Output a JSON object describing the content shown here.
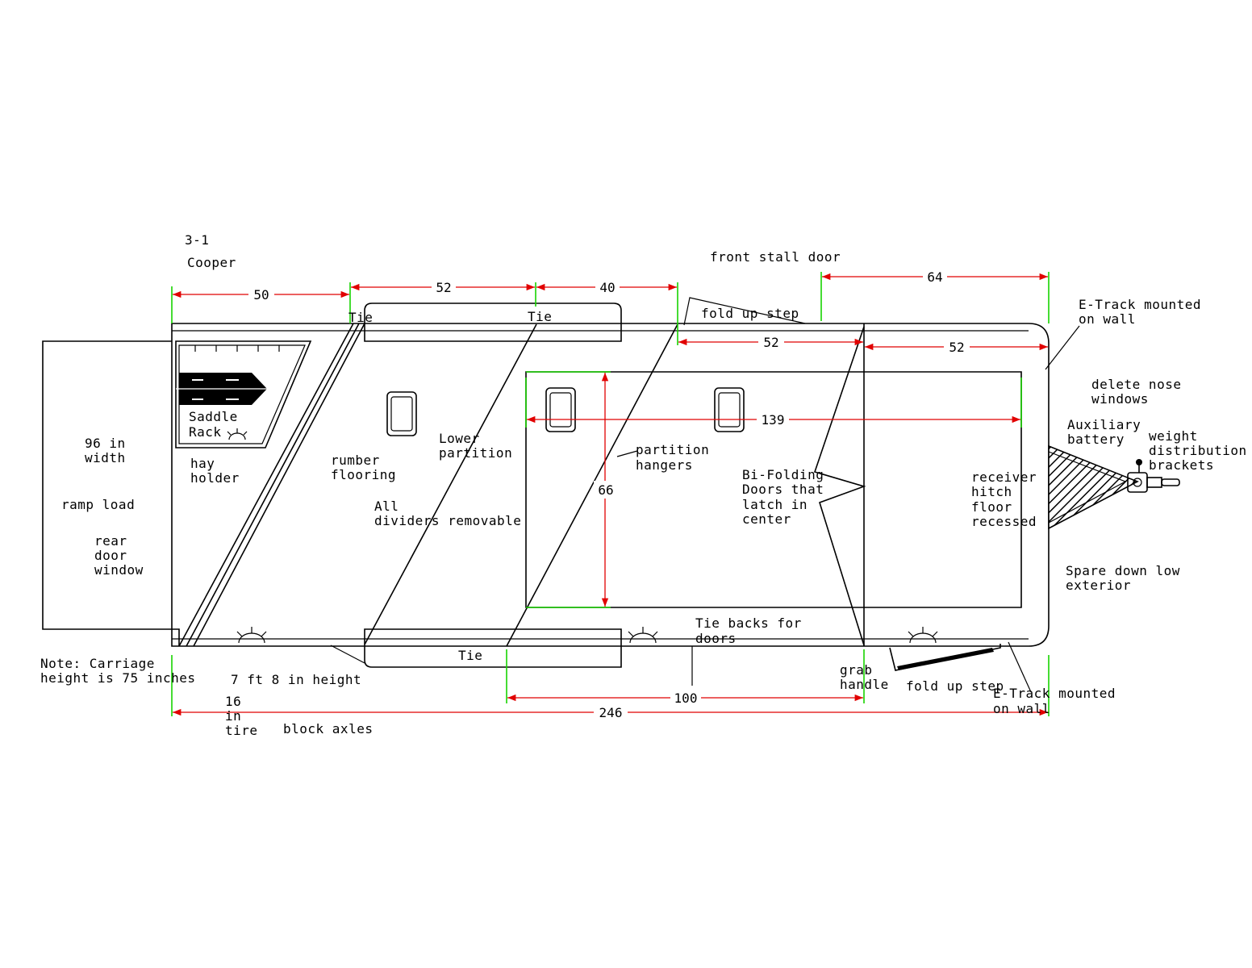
{
  "header": {
    "model": "3-1",
    "customer": "Cooper"
  },
  "dimensions": {
    "rear_tack": "50",
    "stall_1": "52",
    "stall_2": "40",
    "front_door_top": "64",
    "front_door_inner": "52",
    "nose_inner": "52",
    "floor_length": "139",
    "floor_width": "66",
    "door_span": "100",
    "overall_length": "246"
  },
  "labels": {
    "front_stall_door": "front stall door",
    "fold_up_step_top": "fold up step",
    "tie_1": "Tie",
    "tie_2": "Tie",
    "tie_bottom": "Tie",
    "etrack_top": [
      "E-Track mounted",
      "on wall"
    ],
    "delete_nose": [
      "delete nose",
      "windows"
    ],
    "aux_battery": [
      "Auxiliary",
      "battery"
    ],
    "weight_dist": [
      "weight",
      "distribution",
      "brackets"
    ],
    "saddle_rack": [
      "Saddle",
      "Rack"
    ],
    "width": [
      "96 in",
      "width"
    ],
    "hay_holder": [
      "hay",
      "holder"
    ],
    "ramp_load": "ramp load",
    "rear_door_window": [
      "rear",
      "door",
      "window"
    ],
    "rubber_flooring": [
      "rumber",
      "flooring"
    ],
    "lower_partition": [
      "Lower",
      "partition"
    ],
    "all_dividers": [
      "All",
      "dividers removable"
    ],
    "partition_hangers": [
      "partition",
      "hangers"
    ],
    "bi_folding": [
      "Bi-Folding",
      "Doors that",
      "latch in",
      "center"
    ],
    "receiver_hitch": [
      "receiver",
      "hitch",
      "floor",
      "recessed"
    ],
    "spare": [
      "Spare down low",
      "exterior"
    ],
    "tie_backs": [
      "Tie backs for",
      "doors"
    ],
    "note_carriage": [
      "Note: Carriage",
      "height is 75 inches"
    ],
    "height": "7 ft 8 in height",
    "tire": [
      "16",
      "in",
      "tire"
    ],
    "block_axles": "block axles",
    "grab_handle": [
      "grab",
      "handle"
    ],
    "fold_up_step_bottom": "fold up step",
    "etrack_bottom": [
      "E-Track mounted",
      "on wall"
    ]
  },
  "colors": {
    "dimension_line": "#e10000",
    "extension_line": "#18d400",
    "drawing": "#000000"
  }
}
